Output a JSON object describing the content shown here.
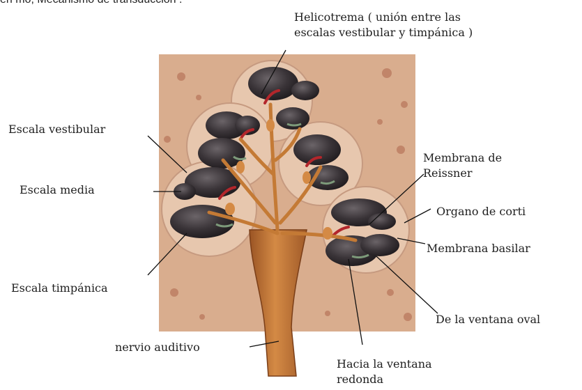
{
  "caption": "en mo, Mecanismo de transducción :",
  "labels": {
    "helicotrema": [
      "Helicotrema ( unión entre las",
      "escalas vestibular y timpánica )"
    ],
    "escala_vestibular": "Escala vestibular",
    "escala_media": "Escala media",
    "escala_timpanica": "Escala timpánica",
    "membrana_reissner": [
      "Membrana de",
      "Reissner"
    ],
    "organo_corti": "Organo de corti",
    "membrana_basilar": "Membrana basilar",
    "ventana_oval": "De la ventana oval",
    "nervio_auditivo": "nervio auditivo",
    "ventana_redonda": [
      "Hacia la ventana",
      "redonda"
    ]
  },
  "colors": {
    "bone": "#d9ad8e",
    "bone_spots": "#b06a50",
    "canal_dark": "#3a3438",
    "nerve": "#c47a35",
    "duct_red": "#b3262b",
    "membrane_green": "#7d9a7a",
    "leader": "#111111"
  }
}
